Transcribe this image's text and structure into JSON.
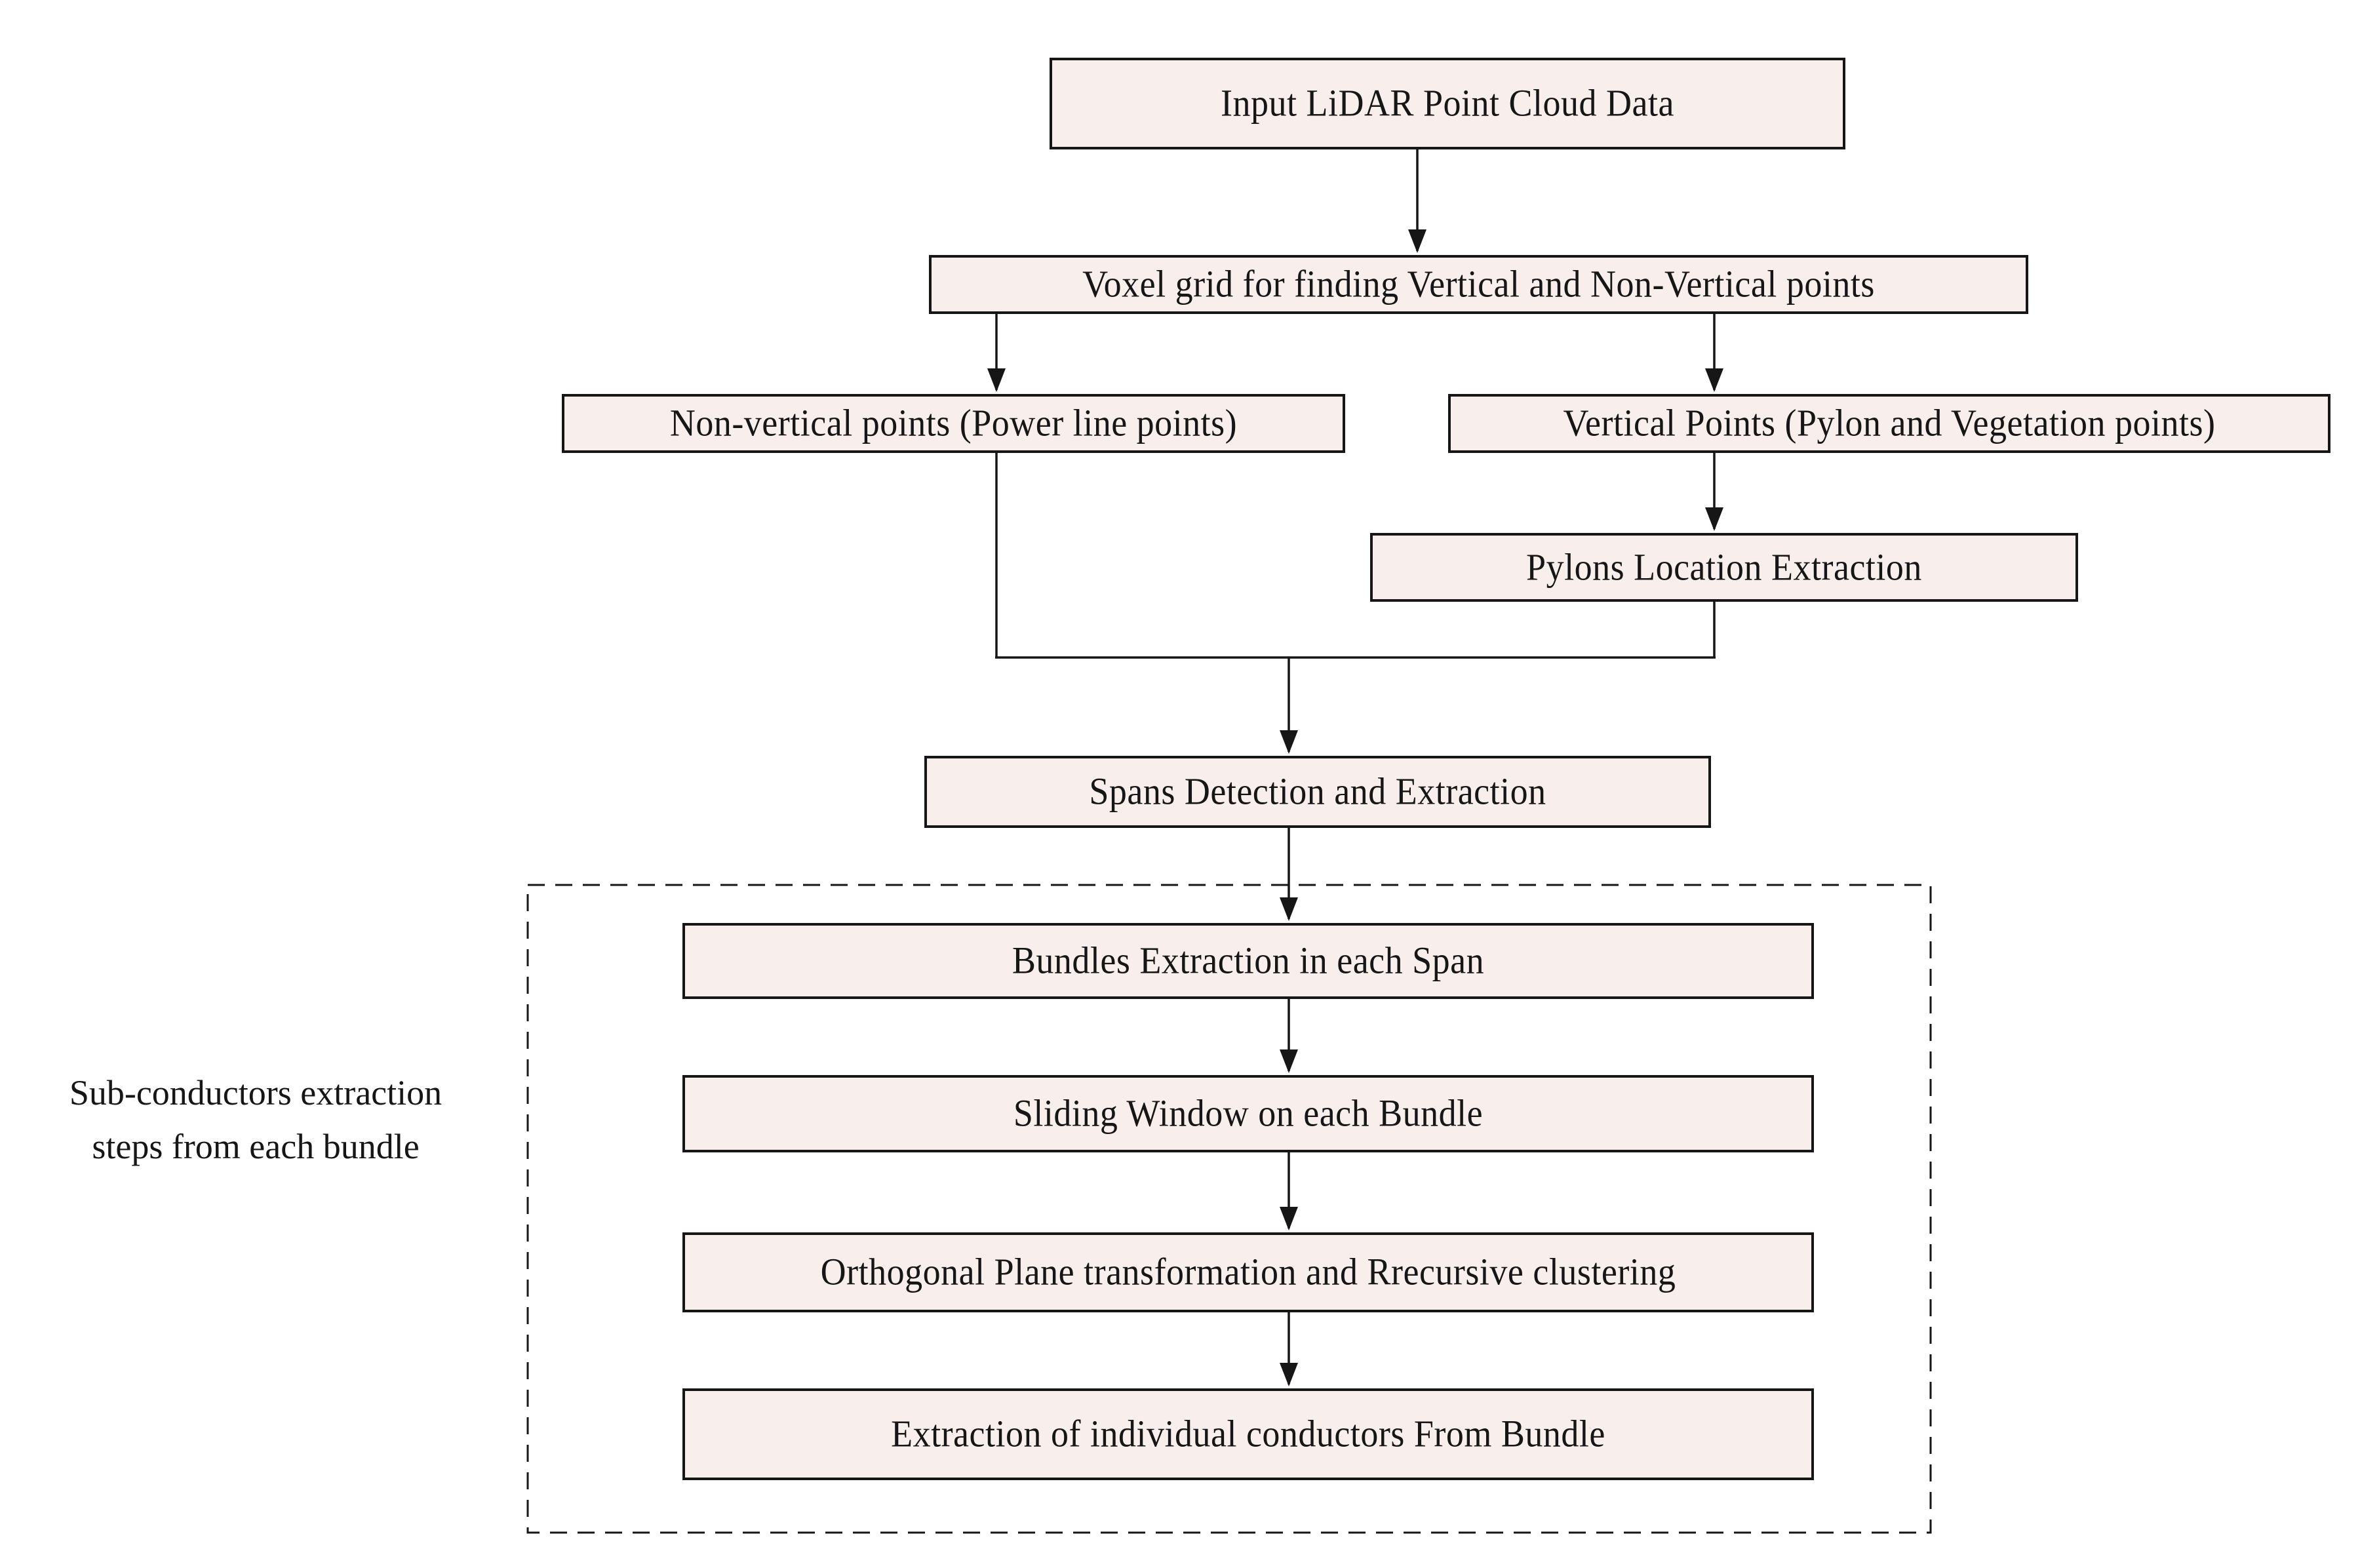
{
  "nodes": {
    "input": {
      "label": "Input LiDAR Point Cloud Data"
    },
    "voxel": {
      "label": "Voxel grid for finding Vertical and Non-Vertical points"
    },
    "non_vertical": {
      "label": "Non-vertical points (Power line points)"
    },
    "vertical": {
      "label": "Vertical Points (Pylon and Vegetation points)"
    },
    "pylons": {
      "label": "Pylons Location Extraction"
    },
    "spans": {
      "label": "Spans Detection and Extraction"
    },
    "bundles": {
      "label": "Bundles Extraction in each Span"
    },
    "sliding": {
      "label": "Sliding Window on each Bundle"
    },
    "orthogonal": {
      "label": "Orthogonal Plane transformation and Rrecursive clustering"
    },
    "extraction": {
      "label": "Extraction of individual conductors From Bundle"
    }
  },
  "side_label": {
    "line1": "Sub-conductors extraction",
    "line2": "steps from each bundle"
  },
  "flow": [
    {
      "from": "input",
      "to": "voxel"
    },
    {
      "from": "voxel",
      "to": "non_vertical"
    },
    {
      "from": "voxel",
      "to": "vertical"
    },
    {
      "from": "vertical",
      "to": "pylons"
    },
    {
      "from": "non_vertical",
      "to": "spans"
    },
    {
      "from": "pylons",
      "to": "spans"
    },
    {
      "from": "spans",
      "to": "bundles"
    },
    {
      "from": "bundles",
      "to": "sliding"
    },
    {
      "from": "sliding",
      "to": "orthogonal"
    },
    {
      "from": "orthogonal",
      "to": "extraction"
    }
  ],
  "colors": {
    "node_fill": "#f8efed",
    "node_border": "#161616",
    "connector": "#161616",
    "text": "#161616",
    "page_bg": "#ffffff"
  }
}
